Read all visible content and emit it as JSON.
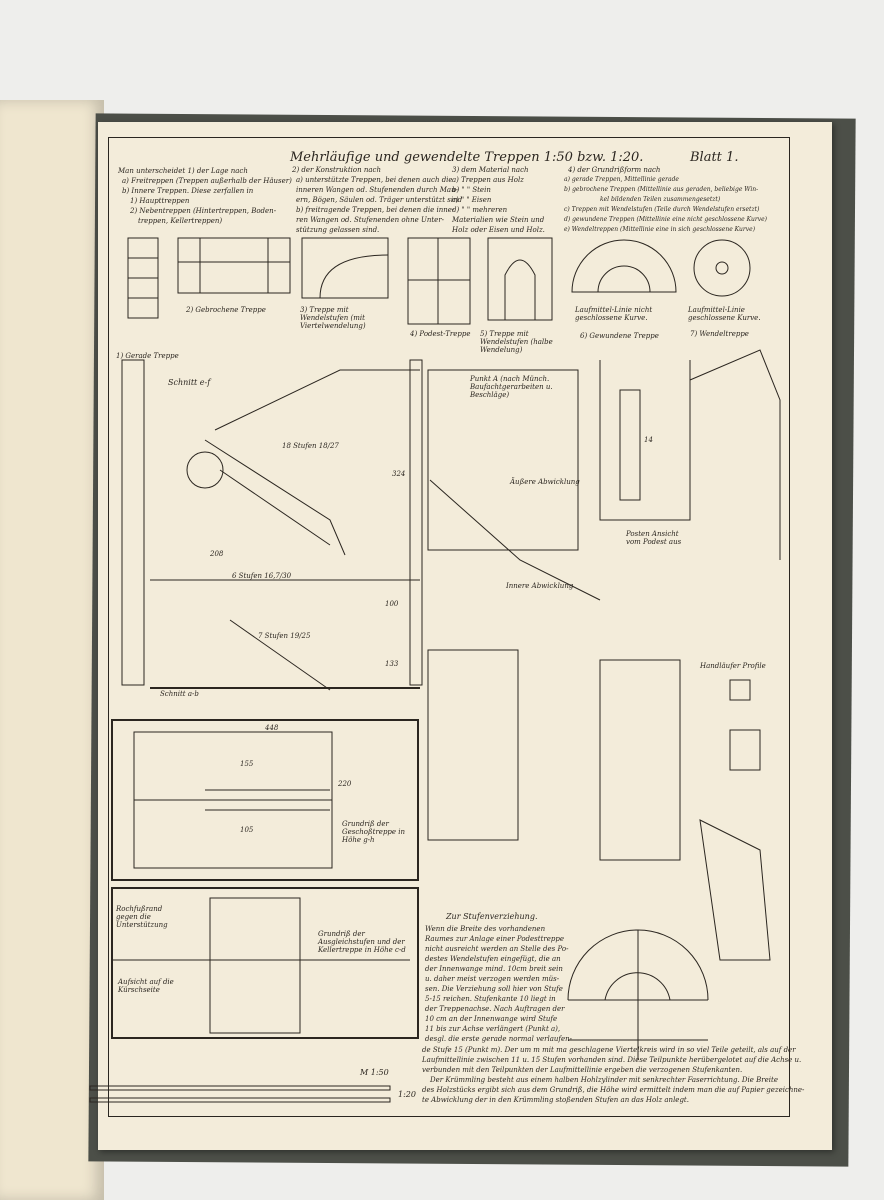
{
  "plate": {
    "title": "Mehrläufige und gewendelte Treppen 1:50 bzw. 1:20.",
    "sheet": "Blatt 1.",
    "intro": {
      "col1": [
        "Man unterscheidet 1) der Lage nach",
        "a) Freitreppen (Treppen außerhalb der Häuser)",
        "b) Innere Treppen. Diese zerfallen in",
        "1) Haupttreppen",
        "2) Nebentreppen (Hintertreppen, Boden-",
        "treppen, Kellertreppen)"
      ],
      "col2": [
        "2) der Konstruktion nach",
        "a) unterstützte Treppen, bei denen auch die",
        "inneren Wangen od. Stufenenden durch Mau-",
        "ern, Bögen, Säulen od. Träger unterstützt sind",
        "b) freitragende Treppen, bei denen die inne-",
        "ren Wangen od. Stufenenden ohne Unter-",
        "stützung gelassen sind."
      ],
      "col3": [
        "3) dem Material nach",
        "a) Treppen aus Holz",
        "b)   \"    \" Stein",
        "c)   \"    \" Eisen",
        "d)   \"    \" mehreren",
        "Materialien wie Stein und",
        "Holz oder Eisen und Holz."
      ],
      "col4": [
        "4) der Grundrißform nach",
        "a) gerade Treppen, Mittellinie gerade",
        "b) gebrochene Treppen (Mittellinie aus geraden, beliebige Win-",
        "kel bildenden Teilen zusammengesetzt)",
        "c) Treppen mit Wendelstufen (Teile durch Wendelstufen ersetzt)",
        "d) gewundene Treppen (Mittellinie eine nicht geschlossene Kurve)",
        "e) Wendeltreppen (Mittellinie eine in sich geschlossene Kurve)"
      ]
    },
    "types": [
      "1) Gerade Treppe",
      "2) Gebrochene Treppe",
      "3) Treppe mit Wendelstufen (mit Viertelwendelung)",
      "4) Podest-Treppe",
      "5) Treppe mit Wendelstufen (halbe Wendelung)",
      "6) Gewundene Treppe",
      "7) Wendeltreppe"
    ],
    "curve_notes": [
      "Laufmittel-Linie nicht geschlossene Kurve.",
      "Laufmittel-Linie geschlossene Kurve."
    ],
    "labels": {
      "section_ef": "Schnitt e-f",
      "section_ab": "Schnitt a-b",
      "steps_18": "18 Stufen 18/27",
      "steps_6": "6 Stufen 16,7/30",
      "steps_7": "7 Stufen 19/25",
      "point_a": "Punkt A (nach Münch. Baufachtgerarbeiten u. Beschläge)",
      "aussere": "Äußere Abwicklung",
      "innere": "Innere Abwicklung",
      "podest_aus": "Posten Ansicht vom Podest aus",
      "handlauf": "Handläufer Profile",
      "grundriss_gh": "Grundriß der Geschoßtreppe in Höhe g-h",
      "grundriss_cd": "Grundriß der Ausgleichstufen und der Kellertreppe in Höhe c-d",
      "rochuss": "Rochfußrand gegen die Unterstützung",
      "aufsicht": "Aufsicht auf die Kürschseite",
      "verziehung": "Zur Stufenverziehung.",
      "scale_150": "M 1:50",
      "scale_120": "1:20",
      "dims": [
        "448",
        "155",
        "105",
        "220",
        "324",
        "208",
        "100",
        "133",
        "14"
      ]
    },
    "verziehung_text": [
      "Wenn die Breite des vorhandenen",
      "Raumes zur Anlage einer Podesttreppe",
      "nicht ausreicht werden an Stelle des Po-",
      "destes Wendelstufen eingefügt, die an",
      "der Innenwange mind. 10cm breit sein",
      "u. daher meist verzogen werden müs-",
      "sen. Die Verziehung soll hier von Stufe",
      "5-15 reichen. Stufenkante 10 liegt in",
      "der Treppenachse. Nach Auftragen der",
      "10 cm an der Innenwange wird Stufe",
      "11 bis zur Achse verlängert (Punkt a),",
      "desgl. die erste gerade normal verlaufen-"
    ],
    "footer_text": [
      "de Stufe 15 (Punkt m). Der um m mit ma geschlagene Viertelkreis wird in so viel Teile geteilt, als auf der",
      "Laufmittellinie zwischen 11 u. 15 Stufen vorhanden sind. Diese Teilpunkte herübergelotet auf die Achse u.",
      "verbunden mit den Teilpunkten der Laufmittellinie ergeben die verzogenen Stufenkanten.",
      "Der Krümmling besteht aus einem halben Hohlzylinder mit senkrechter Faserrichtung. Die Breite",
      "des Holzstücks ergibt sich aus dem Grundriß, die Höhe wird ermittelt indem man die auf Papier gezeichne-",
      "te Abwicklung der in den Krümmling stoßenden Stufen an das Holz anlegt."
    ]
  },
  "colors": {
    "ink": "#2b2620",
    "paper": "#f3ecda",
    "board": "#4c4f48",
    "background": "#eeeeec"
  }
}
